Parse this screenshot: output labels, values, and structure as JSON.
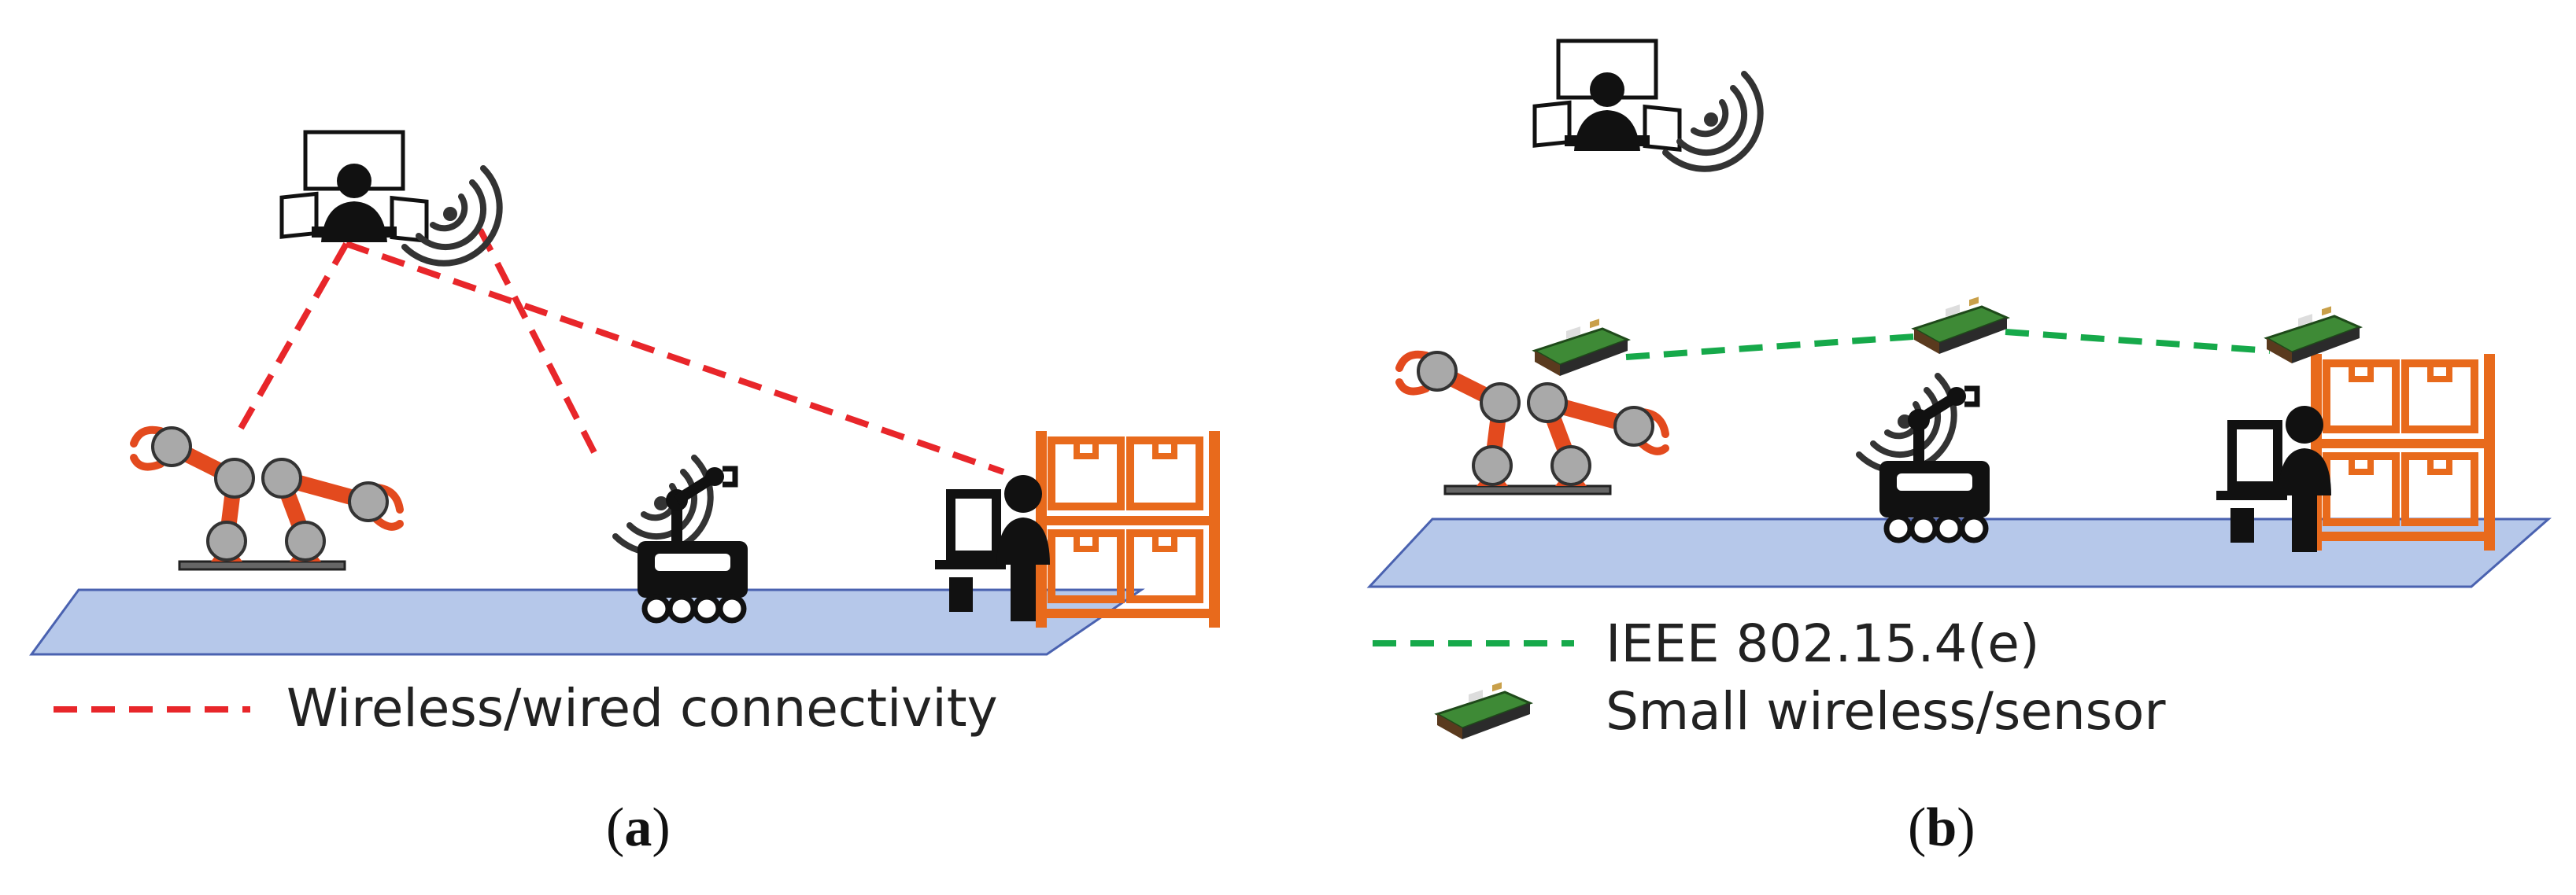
{
  "colors": {
    "wired_link": "#e8262a",
    "ieee_link": "#16a94a",
    "robot_arm": "#e34a1e",
    "robot_joint": "#a9a9a9",
    "shelf": "#e86a1c",
    "floor": "#b6c8ea",
    "floor_edge": "#4a62b0",
    "icon_dark": "#111111",
    "sensor_board": "#3e8a36"
  },
  "panel_a": {
    "legend_label": "Wireless/wired connectivity",
    "caption_letter": "a"
  },
  "panel_b": {
    "legend_link_label": "IEEE 802.15.4(e)",
    "legend_sensor_label": "Small wireless/sensor",
    "caption_letter": "b"
  },
  "icons": [
    "operator-workstation-icon",
    "wireless-signal-icon",
    "robot-arm-icon",
    "mobile-robot-icon",
    "worker-at-terminal-icon",
    "warehouse-shelf-icon",
    "sensor-node-icon"
  ]
}
